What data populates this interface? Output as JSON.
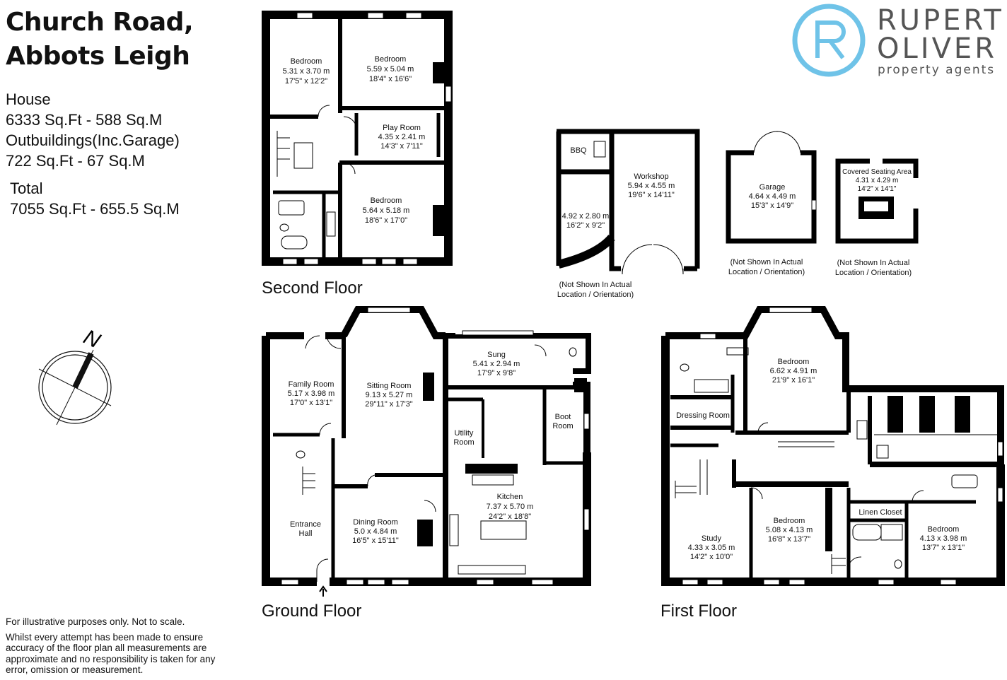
{
  "address": {
    "line1": "Church Road,",
    "line2": "Abbots Leigh"
  },
  "areas": {
    "house_label": "House",
    "house_value": "6333 Sq.Ft - 588 Sq.M",
    "outbuildings_label": "Outbuildings(Inc.Garage)",
    "outbuildings_value": "722 Sq.Ft - 67 Sq.M",
    "total_label": "Total",
    "total_value": "7055 Sq.Ft - 655.5 Sq.M"
  },
  "disclaimer": {
    "line1": "For illustrative purposes only. Not to scale.",
    "line2": "Whilst every attempt has been made to ensure accuracy of the floor plan all measurements are approximate and no responsibility is taken for any error, omission or measurement."
  },
  "logo": {
    "word1": "RUPERT",
    "word2": "OLIVER",
    "tagline": "property agents",
    "accent_color": "#6fc3e8"
  },
  "compass": {
    "label": "N"
  },
  "floors": {
    "second": "Second Floor",
    "ground": "Ground Floor",
    "first": "First Floor"
  },
  "not_shown": {
    "l1": "(Not Shown In Actual",
    "l2": "Location / Orientation)"
  },
  "rooms": {
    "sf_bed1": {
      "name": "Bedroom",
      "m": "5.31 x 3.70 m",
      "ft": "17'5\" x 12'2\""
    },
    "sf_bed2": {
      "name": "Bedroom",
      "m": "5.59 x 5.04 m",
      "ft": "18'4\" x 16'6\""
    },
    "sf_play": {
      "name": "Play Room",
      "m": "4.35 x 2.41 m",
      "ft": "14'3\" x 7'11\""
    },
    "sf_bed3": {
      "name": "Bedroom",
      "m": "5.64 x 5.18 m",
      "ft": "18'6\" x 17'0\""
    },
    "bbq": {
      "name": "BBQ"
    },
    "store": {
      "m": "4.92 x 2.80 m",
      "ft": "16'2\" x 9'2\""
    },
    "workshop": {
      "name": "Workshop",
      "m": "5.94 x 4.55 m",
      "ft": "19'6\" x 14'11\""
    },
    "garage": {
      "name": "Garage",
      "m": "4.64 x 4.49 m",
      "ft": "15'3\" x 14'9\""
    },
    "seating": {
      "name": "Covered Seating Area",
      "m": "4.31 x 4.29 m",
      "ft": "14'2\" x 14'1\""
    },
    "gf_family": {
      "name": "Family Room",
      "m": "5.17 x 3.98 m",
      "ft": "17'0\" x 13'1\""
    },
    "gf_sitting": {
      "name": "Sitting Room",
      "m": "9.13 x 5.27 m",
      "ft": "29\"11\" x 17'3\""
    },
    "gf_sung": {
      "name": "Sung",
      "m": "5.41 x 2.94 m",
      "ft": "17'9\" x 9'8\""
    },
    "gf_utility_1": "Utility",
    "gf_utility_2": "Room",
    "gf_boot_1": "Boot",
    "gf_boot_2": "Room",
    "gf_hall_1": "Entrance",
    "gf_hall_2": "Hall",
    "gf_dining": {
      "name": "Dining Room",
      "m": "5.0 x 4.84 m",
      "ft": "16'5\" x 15'11\""
    },
    "gf_kitchen": {
      "name": "Kitchen",
      "m": "7.37 x 5.70 m",
      "ft": "24'2\" x 18'8\""
    },
    "ff_bed_main": {
      "name": "Bedroom",
      "m": "6.62 x 4.91 m",
      "ft": "21'9\" x 16'1\""
    },
    "ff_dressing": {
      "name": "Dressing Room"
    },
    "ff_study": {
      "name": "Study",
      "m": "4.33 x 3.05 m",
      "ft": "14'2\" x 10'0\""
    },
    "ff_bed2": {
      "name": "Bedroom",
      "m": "5.08 x 4.13 m",
      "ft": "16'8\" x 13'7\""
    },
    "ff_linen": {
      "name": "Linen Closet"
    },
    "ff_bed3": {
      "name": "Bedroom",
      "m": "4.13 x 3.98 m",
      "ft": "13'7\" x 13'1\""
    }
  }
}
